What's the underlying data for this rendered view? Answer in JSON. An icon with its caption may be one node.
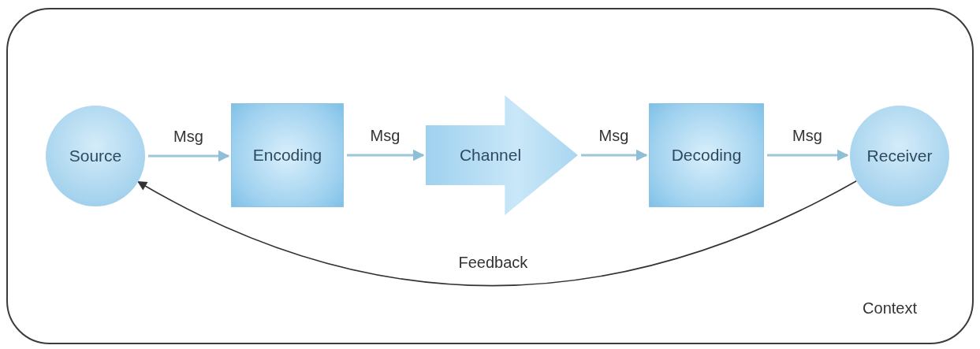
{
  "diagram": {
    "nodes": [
      {
        "text": [
          "Context"
        ]
      },
      {
        "text": [
          "Source"
        ],
        "in": 0
      },
      {
        "text": [
          "Encoding"
        ],
        "in": 0
      },
      {
        "text": [
          "Channel"
        ],
        "in": 0
      },
      {
        "text": [
          "Decoding"
        ],
        "in": 0
      },
      {
        "text": [
          "Receiver"
        ],
        "in": 0
      }
    ],
    "edges": [
      {
        "from": 1,
        "to": 2,
        "arrow": "to",
        "label": "Msg"
      },
      {
        "from": 2,
        "to": 3,
        "arrow": "to",
        "label": "Msg"
      },
      {
        "from": 3,
        "to": 4,
        "arrow": "to",
        "label": "Msg"
      },
      {
        "from": 4,
        "to": 5,
        "arrow": "to",
        "label": "Msg"
      },
      {
        "from": 5,
        "to": 1,
        "arrow": "to",
        "label": "Feedback",
        "color": "#333333"
      }
    ]
  }
}
